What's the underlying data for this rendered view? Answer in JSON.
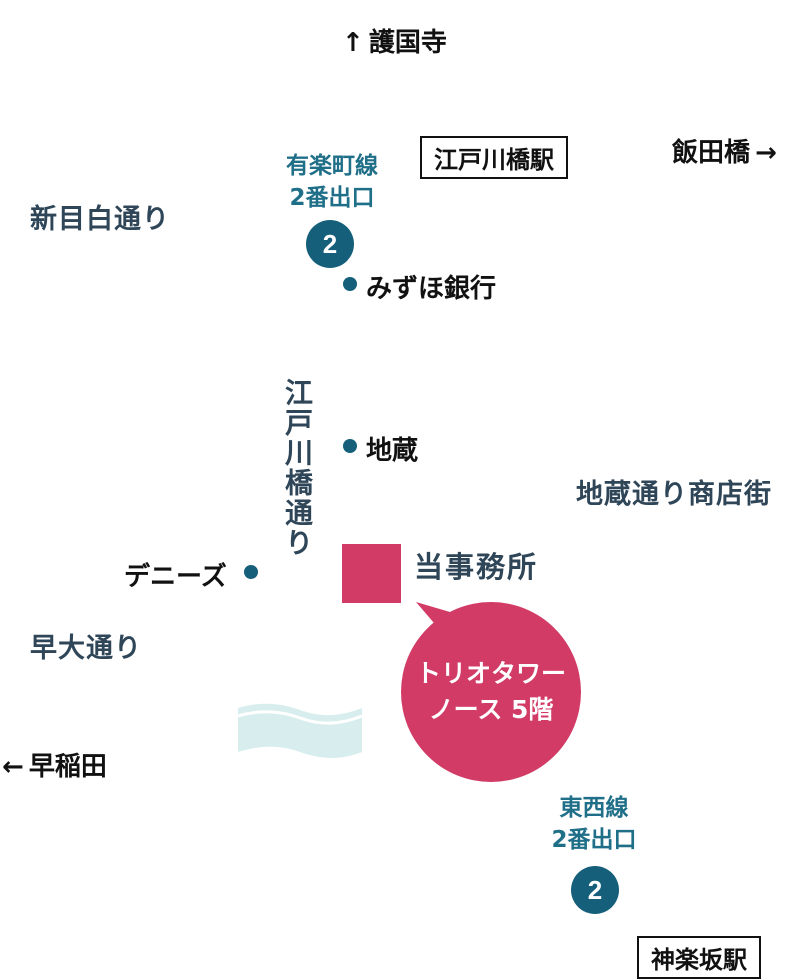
{
  "directions": {
    "gokokuji": "護国寺",
    "iidabashi": "飯田橋",
    "waseda": "早稲田"
  },
  "stations": {
    "edogawabashi": "江戸川橋駅",
    "kagurazaka": "神楽坂駅"
  },
  "streets": {
    "shinmejiro": "新目白通り",
    "edogawabashi_dori": "江戸川橋通り",
    "jizo_shotengai": "地蔵通り商店街",
    "wadai": "早大通り"
  },
  "exits": {
    "yurakucho_line": "有楽町線",
    "yurakucho_exit": "2番出口",
    "yurakucho_num": "2",
    "tozai_line": "東西線",
    "tozai_exit": "2番出口",
    "tozai_num": "2"
  },
  "landmarks": {
    "mizuho": "みずほ銀行",
    "jizo": "地蔵",
    "dennys": "デニーズ"
  },
  "office": {
    "label": "当事務所",
    "building_line1": "トリオタワー",
    "building_line2": "ノース 5階",
    "color": "#d13b66"
  },
  "colors": {
    "exit_circle": "#155f7b",
    "street_text": "#2f4658",
    "river": "#d8eeee"
  }
}
